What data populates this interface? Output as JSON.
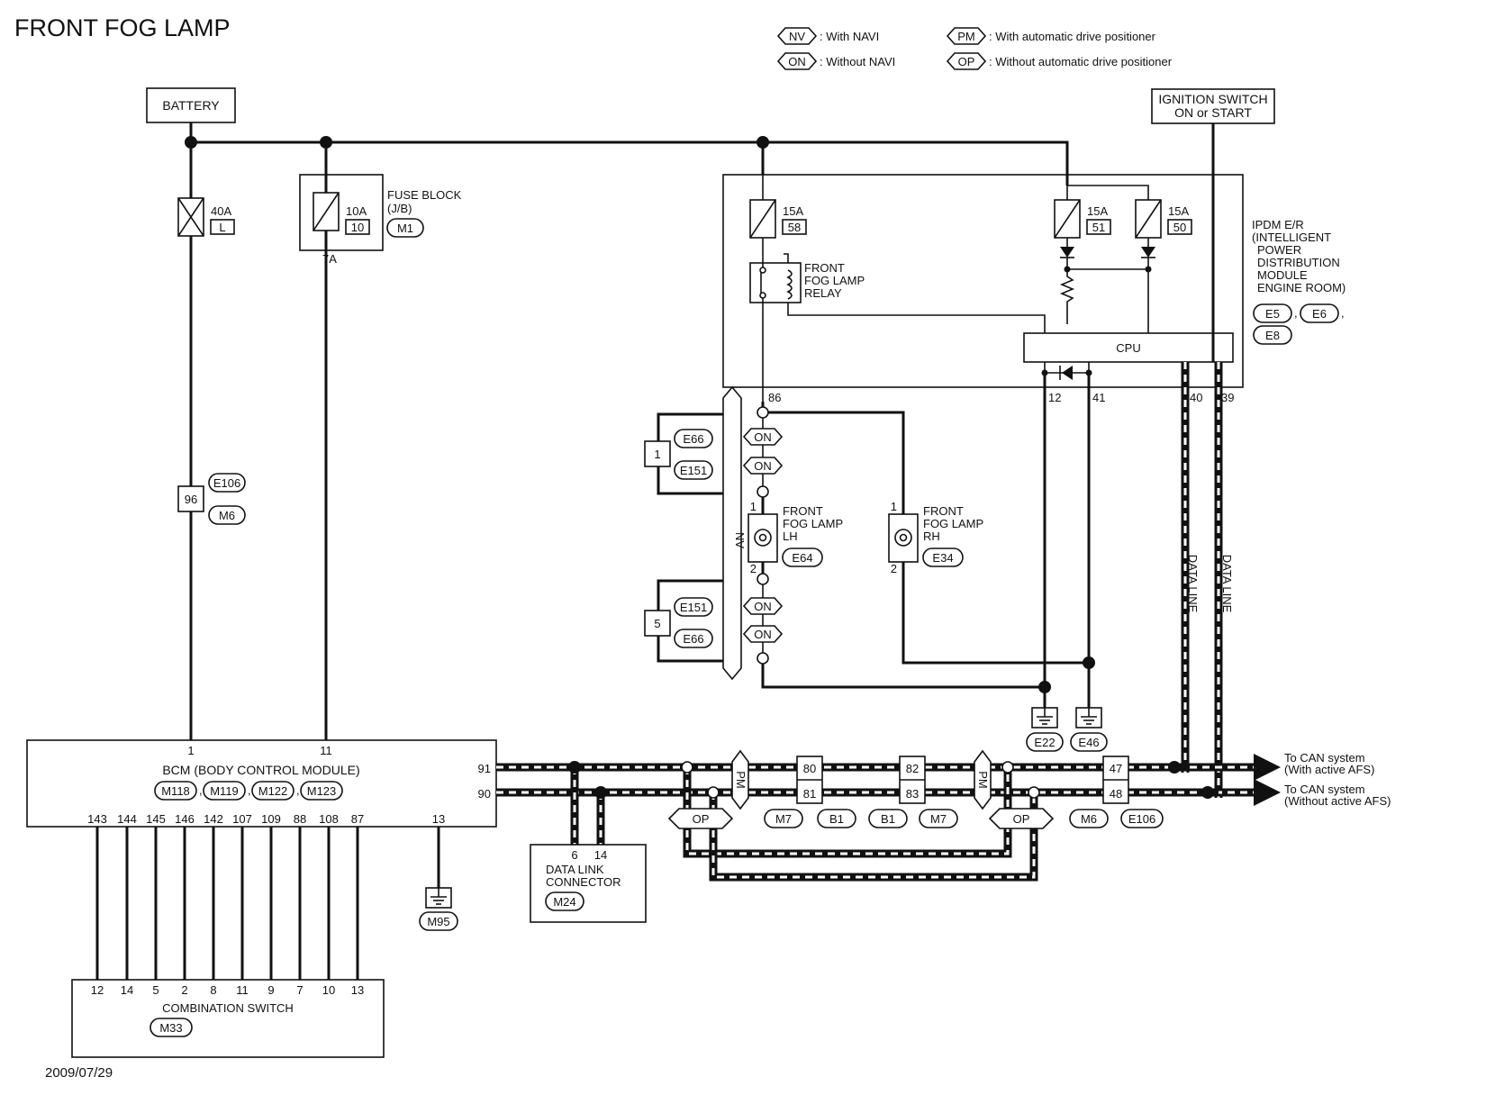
{
  "title": "FRONT FOG LAMP",
  "date": "2009/07/29",
  "legend": [
    {
      "code": "NV",
      "desc": ": With NAVI"
    },
    {
      "code": "ON",
      "desc": ": Without NAVI"
    },
    {
      "code": "PM",
      "desc": ": With automatic drive positioner"
    },
    {
      "code": "OP",
      "desc": ": Without automatic drive positioner"
    }
  ],
  "battery": "BATTERY",
  "ignition": {
    "line1": "IGNITION SWITCH",
    "line2": "ON or START"
  },
  "fuse_40a": {
    "rating": "40A",
    "id": "L"
  },
  "fuse_block": {
    "rating": "10A",
    "id": "10",
    "terminal": "7A",
    "label1": "FUSE BLOCK",
    "label2": "(J/B)",
    "connector": "M1"
  },
  "fuse_58": {
    "rating": "15A",
    "id": "58"
  },
  "fuse_51": {
    "rating": "15A",
    "id": "51"
  },
  "fuse_50": {
    "rating": "15A",
    "id": "50"
  },
  "relay": {
    "line1": "FRONT",
    "line2": "FOG LAMP",
    "line3": "RELAY"
  },
  "ipdm": {
    "lines": [
      "IPDM E/R",
      "(INTELLIGENT",
      "POWER",
      "DISTRIBUTION",
      "MODULE",
      "ENGINE ROOM)"
    ],
    "connectors": [
      "E5",
      "E6",
      "E8"
    ],
    "cpu": "CPU",
    "pins": [
      "86",
      "12",
      "41",
      "40",
      "39"
    ]
  },
  "joint_upper": {
    "pin": "1",
    "connectors": [
      "E66",
      "E151"
    ]
  },
  "joint_lower": {
    "pin": "5",
    "connectors": [
      "E151",
      "E66"
    ]
  },
  "nv_bar": "NV",
  "on_tag": "ON",
  "lamp_lh": {
    "line1": "FRONT",
    "line2": "FOG LAMP",
    "line3": "LH",
    "connector": "E64",
    "pin1": "1",
    "pin2": "2"
  },
  "lamp_rh": {
    "line1": "FRONT",
    "line2": "FOG LAMP",
    "line3": "RH",
    "connector": "E34",
    "pin1": "1",
    "pin2": "2"
  },
  "data_line": "DATA LINE",
  "grounds": [
    "E22",
    "E46",
    "M95"
  ],
  "inline_96": {
    "pin": "96",
    "connectors": [
      "E106",
      "M6"
    ]
  },
  "bcm": {
    "name": "BCM (BODY CONTROL MODULE)",
    "connectors": [
      "M118",
      "M119",
      "M122",
      "M123"
    ],
    "top_pins": [
      "1",
      "11"
    ],
    "can_pins": [
      "91",
      "90"
    ],
    "bottom_pins": [
      "143",
      "144",
      "145",
      "146",
      "142",
      "107",
      "109",
      "88",
      "108",
      "87"
    ],
    "ground_pin": "13"
  },
  "combination_switch": {
    "name": "COMBINATION SWITCH",
    "connector": "M33",
    "pins": [
      "12",
      "14",
      "5",
      "2",
      "8",
      "11",
      "9",
      "7",
      "10",
      "13"
    ]
  },
  "data_link": {
    "pins": [
      "6",
      "14"
    ],
    "line1": "DATA LINK",
    "line2": "CONNECTOR",
    "connector": "M24"
  },
  "pm_tag": "PM",
  "op_tag": "OP",
  "can_conn_1": {
    "pins": [
      "80",
      "81"
    ],
    "connectors": [
      "M7",
      "B1"
    ]
  },
  "can_conn_2": {
    "pins": [
      "82",
      "83"
    ],
    "connectors": [
      "B1",
      "M7"
    ]
  },
  "can_conn_3": {
    "pins": [
      "47",
      "48"
    ],
    "connectors": [
      "M6",
      "E106"
    ]
  },
  "can_out_1": {
    "line1": "To CAN system",
    "line2": "(With active AFS)"
  },
  "can_out_2": {
    "line1": "To CAN system",
    "line2": "(Without active AFS)"
  }
}
